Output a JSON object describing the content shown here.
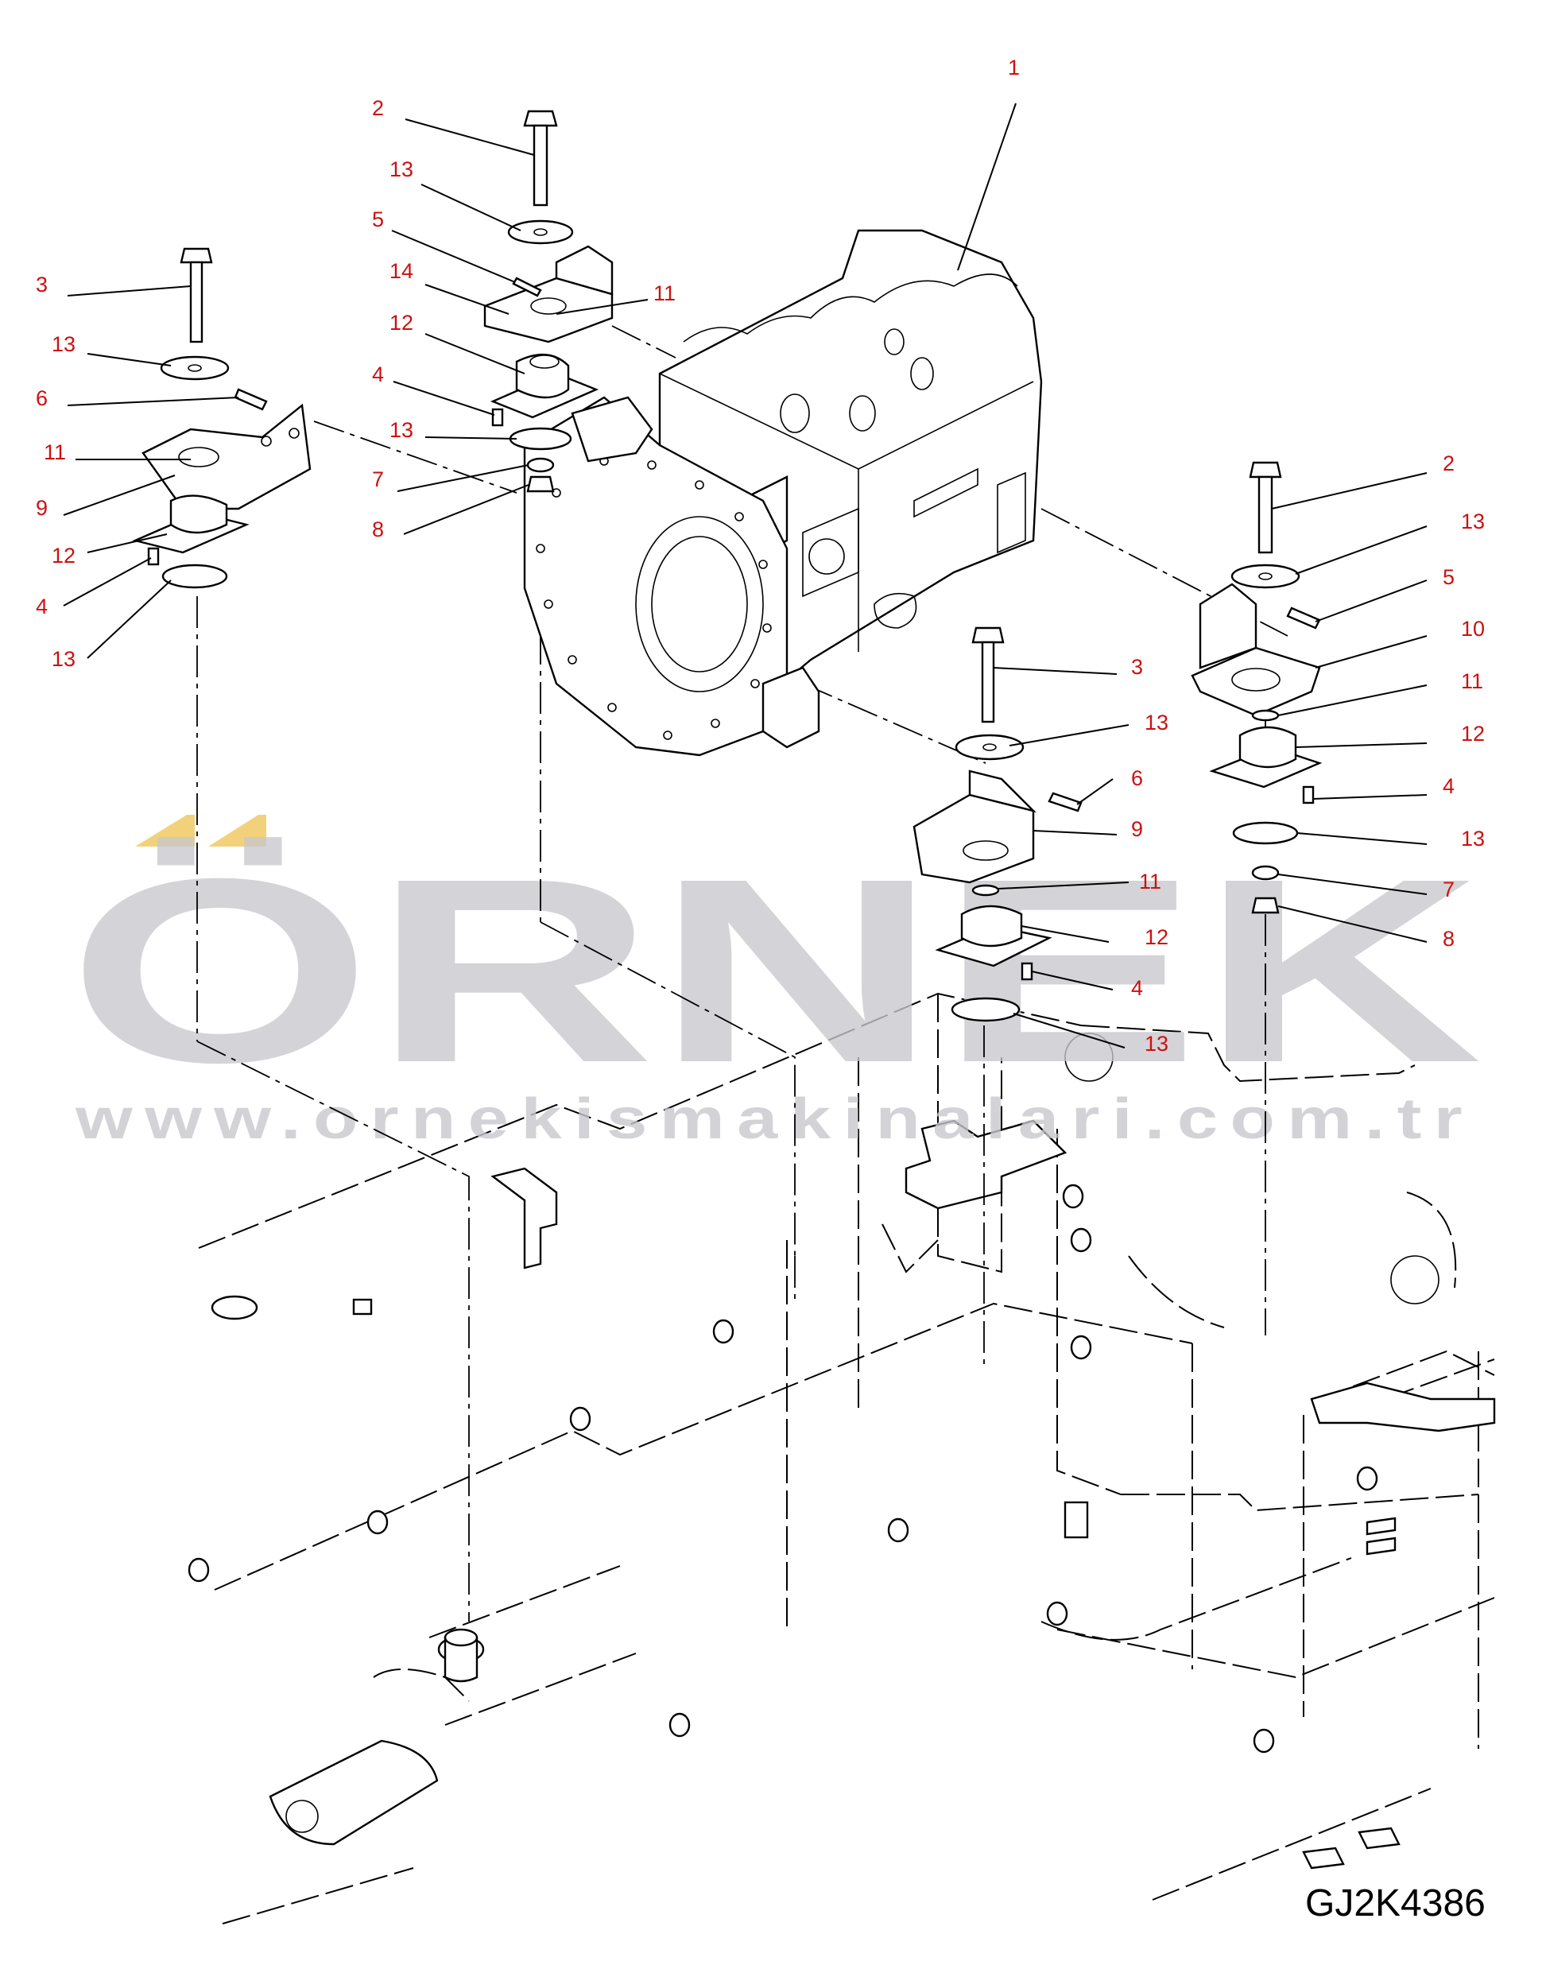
{
  "diagram": {
    "document_code": "GJ2K4386",
    "watermark": {
      "brand": "ÖRNEK",
      "url": "www.ornekismakinalari.com.tr",
      "accent_color": "#f1d27a"
    },
    "callout_color": "#cc1111",
    "callouts_top_mount": [
      "2",
      "13",
      "5",
      "14",
      "11",
      "12",
      "4",
      "13",
      "7",
      "8"
    ],
    "callouts_left_mount": [
      "3",
      "13",
      "6",
      "11",
      "9",
      "12",
      "4",
      "13"
    ],
    "callouts_engine": [
      "1"
    ],
    "callouts_center_mount": [
      "3",
      "13",
      "6",
      "9",
      "11",
      "12",
      "4",
      "13"
    ],
    "callouts_right_mount": [
      "2",
      "13",
      "5",
      "10",
      "11",
      "12",
      "4",
      "13",
      "7",
      "8"
    ]
  }
}
